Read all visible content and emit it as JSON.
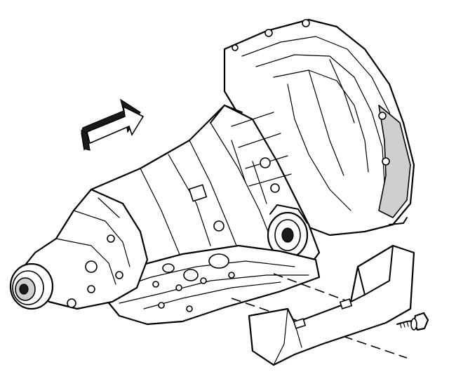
{
  "figure": {
    "description_items": [
      "transmission",
      "direction-arrow",
      "support-bracket",
      "bolt"
    ],
    "colors": {
      "line": "#000000",
      "fill": "#ffffff",
      "shade": "#cfcfcf"
    }
  }
}
